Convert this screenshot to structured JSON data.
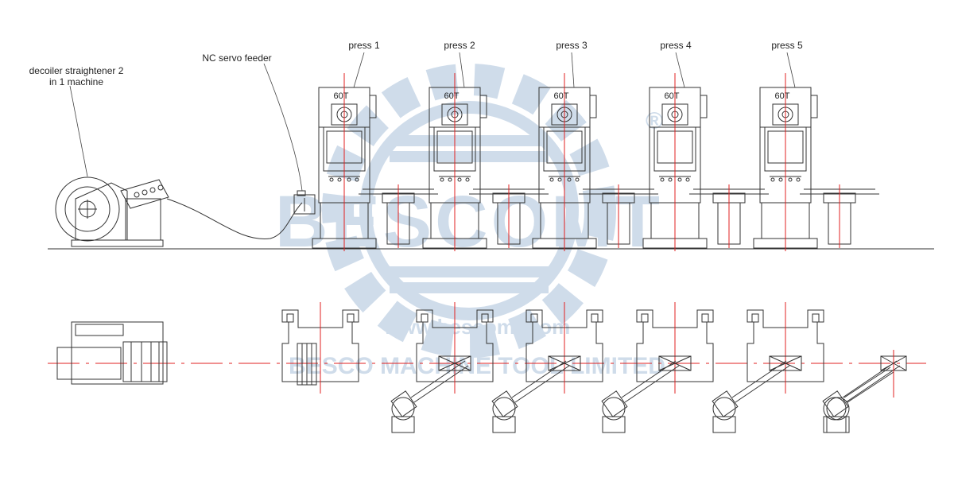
{
  "labels": {
    "decoiler_line1": "decoiler straightener 2",
    "decoiler_line2": "in 1 machine",
    "feeder": "NC servo feeder"
  },
  "presses": [
    {
      "name": "press 1",
      "tonnage": "60T"
    },
    {
      "name": "press 2",
      "tonnage": "60T"
    },
    {
      "name": "press 3",
      "tonnage": "60T"
    },
    {
      "name": "press 4",
      "tonnage": "60T"
    },
    {
      "name": "press 5",
      "tonnage": "60T"
    }
  ],
  "watermark": {
    "brand": "BESCOMT",
    "url": "www.bescomt.com",
    "company": "BESCO MACHINE TOOL LIMITED",
    "registered": "®",
    "color": "#a9c0da"
  },
  "colors": {
    "line": "#333333",
    "centerline": "#e02020"
  }
}
